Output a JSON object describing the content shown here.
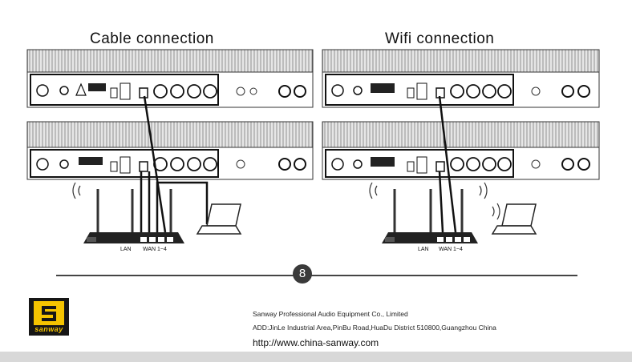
{
  "sections": {
    "cable": {
      "title": "Cable connection",
      "lan_label": "LAN",
      "wan_label": "WAN  1~4"
    },
    "wifi": {
      "title": "Wifi  connection",
      "lan_label": "LAN",
      "wan_label": "WAN  1~4"
    }
  },
  "page_number": "8",
  "footer": {
    "company": "Sanway Professional Audio Equipment Co., Limited",
    "address": "ADD:JinLe Industrial Area,PinBu Road,HuaDu District 510800,Guangzhou China",
    "website": "http://www.china-sanway.com",
    "logo_text": "sanway"
  },
  "colors": {
    "logo_background": "#161616",
    "logo_accent": "#f5c400",
    "rule": "#444444",
    "footer_bar": "#d8d8d8"
  }
}
